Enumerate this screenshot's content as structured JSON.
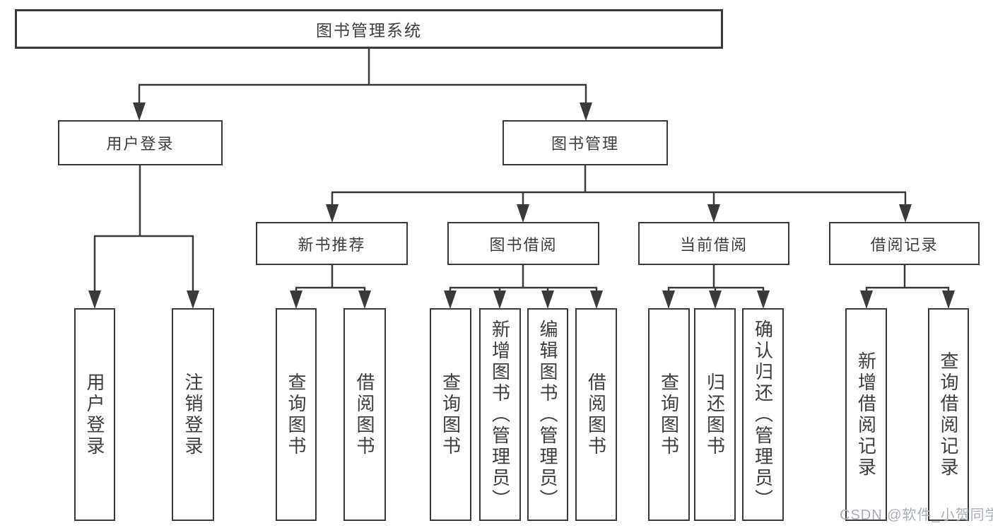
{
  "root": {
    "label": "图书管理系统"
  },
  "branches": [
    {
      "label": "用户登录",
      "children": [
        "用户登录",
        "注销登录"
      ]
    },
    {
      "label": "图书管理",
      "sub": [
        {
          "label": "新书推荐",
          "children": [
            "查询图书",
            "借阅图书"
          ]
        },
        {
          "label": "图书借阅",
          "children": [
            "查询图书",
            "新增图书（管理员）",
            "编辑图书（管理员）",
            "借阅图书"
          ]
        },
        {
          "label": "当前借阅",
          "children": [
            "查询图书",
            "归还图书",
            "确认归还（管理员）"
          ]
        },
        {
          "label": "借阅记录",
          "children": [
            "新增借阅记录",
            "查询借阅记录"
          ]
        }
      ]
    }
  ],
  "watermark": {
    "text": "CSDN @软件_小贺同学"
  },
  "colors": {
    "line": "#3a3a3a",
    "text": "#3d3d3d",
    "watermark": "#aab0b6",
    "background": "#ffffff"
  }
}
